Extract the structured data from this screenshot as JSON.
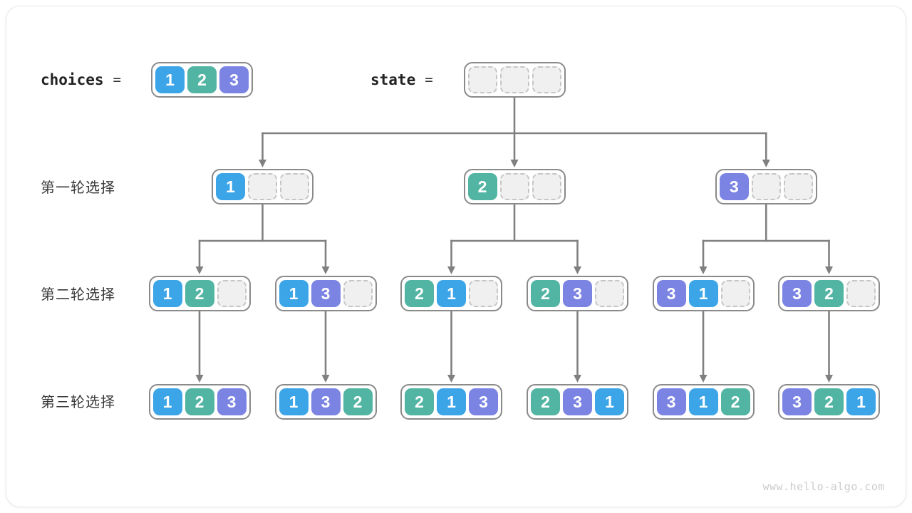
{
  "header": {
    "choices_label": "choices",
    "choices_equals": "=",
    "state_label": "state",
    "state_equals": "=",
    "choices_values": [
      1,
      2,
      3
    ],
    "state_values": [
      null,
      null,
      null
    ]
  },
  "rows": [
    {
      "label": "第一轮选择",
      "boxes": [
        [
          1,
          null,
          null
        ],
        [
          2,
          null,
          null
        ],
        [
          3,
          null,
          null
        ]
      ]
    },
    {
      "label": "第二轮选择",
      "boxes": [
        [
          1,
          2,
          null
        ],
        [
          1,
          3,
          null
        ],
        [
          2,
          1,
          null
        ],
        [
          2,
          3,
          null
        ],
        [
          3,
          1,
          null
        ],
        [
          3,
          2,
          null
        ]
      ]
    },
    {
      "label": "第三轮选择",
      "boxes": [
        [
          1,
          2,
          3
        ],
        [
          1,
          3,
          2
        ],
        [
          2,
          1,
          3
        ],
        [
          2,
          3,
          1
        ],
        [
          3,
          1,
          2
        ],
        [
          3,
          2,
          1
        ]
      ]
    }
  ],
  "footer": {
    "watermark": "www.hello-algo.com"
  },
  "colors": {
    "value1": "#3CA5E8",
    "value2": "#52B5A3",
    "value3": "#7B83E3",
    "arrow": "#808080",
    "container_border": "#8a8a8a",
    "empty_fill": "#f0f0f0",
    "empty_border": "#c6c6c6"
  }
}
